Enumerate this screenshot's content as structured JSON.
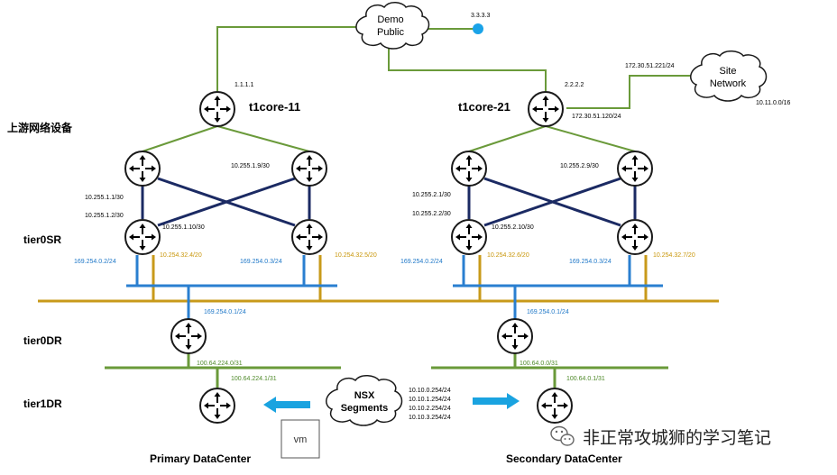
{
  "labels": {
    "upstream": "上游网络设备",
    "tier0sr": "tier0SR",
    "tier0dr": "tier0DR",
    "tier1dr": "tier1DR",
    "primary": "Primary DataCenter",
    "secondary": "Secondary DataCenter"
  },
  "clouds": {
    "demo_line1": "Demo",
    "demo_line2": "Public",
    "site_line1": "Site",
    "site_line2": "Network",
    "nsx_line1": "NSX",
    "nsx_line2": "Segments"
  },
  "routers": {
    "t1core11": "t1core-11",
    "t1core21": "t1core-21"
  },
  "ips": {
    "ip_1111": "1.1.1.1",
    "ip_2222": "2.2.2.2",
    "ip_3333": "3.3.3.3",
    "site_top": "172.30.51.221/24",
    "site_bottom": "172.30.51.120/24",
    "site_net": "10.11.0.0/16",
    "l_1_9": "10.255.1.9/30",
    "l_1_1": "10.255.1.1/30",
    "l_1_2": "10.255.1.2/30",
    "l_1_10": "10.255.1.10/30",
    "r_2_9": "10.255.2.9/30",
    "r_2_1": "10.255.2.1/30",
    "r_2_2": "10.255.2.2/30",
    "r_2_10": "10.255.2.10/30",
    "l_169_2": "169.254.0.2/24",
    "l_gold_4": "10.254.32.4/20",
    "l_169_3": "169.254.0.3/24",
    "l_gold_5": "10.254.32.5/20",
    "r_169_2": "169.254.0.2/24",
    "r_gold_6": "10.254.32.6/20",
    "r_169_3": "169.254.0.3/24",
    "r_gold_7": "10.254.32.7/20",
    "l_169_1": "169.254.0.1/24",
    "r_169_1": "169.254.0.1/24",
    "l_transit": "100.64.224.0/31",
    "l_t1": "100.64.224.1/31",
    "r_transit": "100.64.0.0/31",
    "r_t1": "100.64.0.1/31",
    "seg1": "10.10.0.254/24",
    "seg2": "10.10.1.254/24",
    "seg3": "10.10.2.254/24",
    "seg4": "10.10.3.254/24"
  },
  "vm_label": "vm",
  "watermark": "非正常攻城狮的学习笔记",
  "colors": {
    "green": "#6a9a3a",
    "navy": "#1b2a63",
    "blue": "#2a7fd0",
    "gold": "#c89a1a",
    "arrow": "#1aa3e0",
    "dot": "#1aa3e8"
  }
}
